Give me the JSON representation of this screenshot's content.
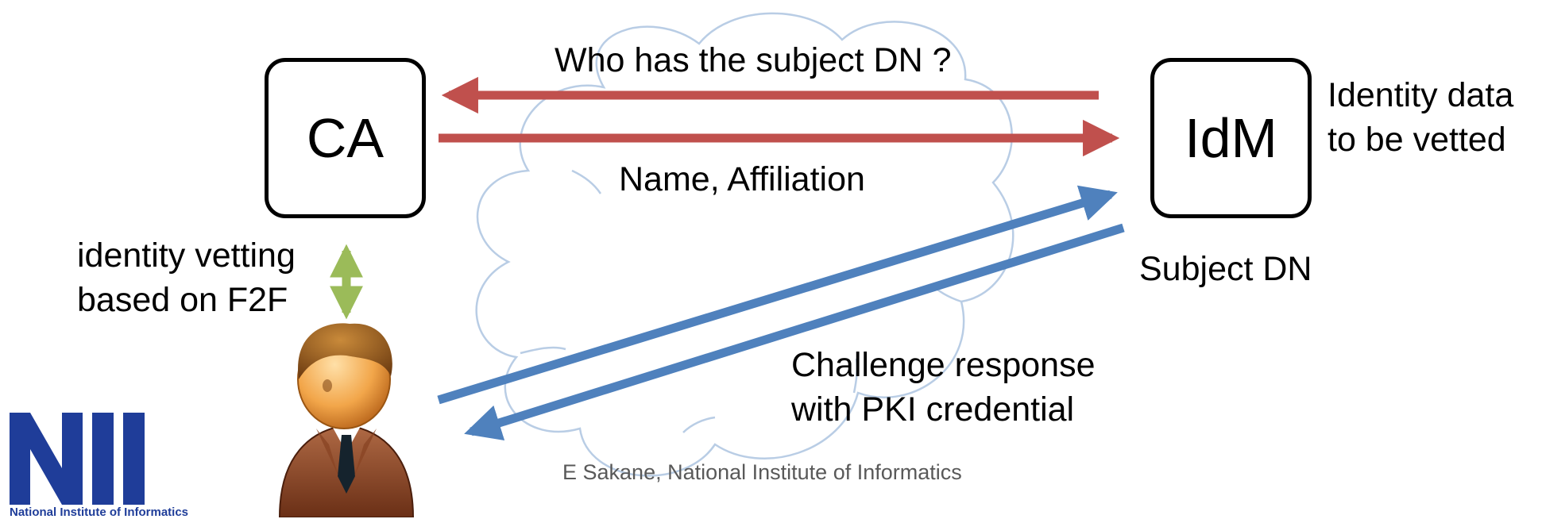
{
  "diagram": {
    "entities": {
      "ca": "CA",
      "idm": "IdM"
    },
    "labels": {
      "who_has": "Who has the subject DN ?",
      "name_affiliation": "Name, Affiliation",
      "identity_data_1": "Identity data",
      "identity_data_2": "to be vetted",
      "subject_dn": "Subject DN",
      "identity_vetting_1": "identity vetting",
      "identity_vetting_2": "based on F2F",
      "challenge_1": "Challenge response",
      "challenge_2": "with PKI credential"
    },
    "footer": "E Sakane, National Institute of Informatics",
    "logo": {
      "mark": "NII",
      "caption": "National Institute of Informatics"
    },
    "colors": {
      "red_arrow": "#C0504D",
      "blue_arrow": "#4F81BD",
      "green_arrow": "#9BBB59",
      "cloud_outline": "#B9CDE5",
      "logo_blue": "#1F3D99"
    },
    "icons": [
      "cloud-icon",
      "person-icon",
      "nii-logo-icon"
    ]
  }
}
